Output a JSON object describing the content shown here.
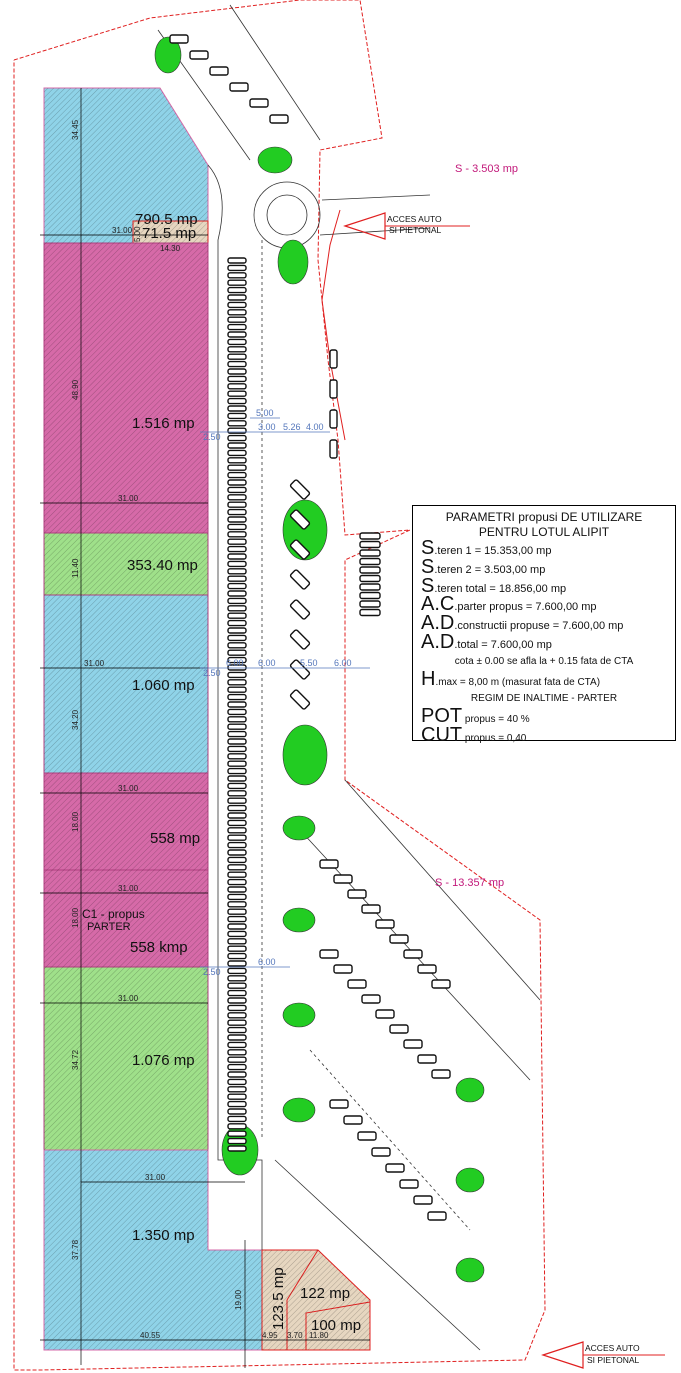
{
  "parameters": {
    "title_1": "PARAMETRI propusi DE UTILIZARE",
    "title_2": "PENTRU LOTUL ALIPIT",
    "rows": [
      {
        "big": "S",
        "text": ".teren 1 = 15.353,00 mp"
      },
      {
        "big": "S",
        "text": ".teren 2 = 3.503,00 mp"
      },
      {
        "big": "S",
        "text": ".teren total = 18.856,00 mp"
      },
      {
        "big": "A.C",
        "text": ".parter propus  = 7.600,00 mp"
      },
      {
        "big": "A.D",
        "text": ".constructii propuse = 7.600,00 mp"
      },
      {
        "big": "A.D",
        "text": ".total  = 7.600,00 mp"
      }
    ],
    "cota": "cota ± 0.00  se afla la + 0.15 fata de CTA",
    "hmax_big": "H",
    "hmax": ".max = 8,00 m (masurat fata de CTA)",
    "regim": "REGIM DE INALTIME - PARTER",
    "pot_big": "POT",
    "pot": " propus = 40 %",
    "cut_big": "CUT",
    "cut": " propus = 0,40"
  },
  "zones": {
    "z1": "790.5 mp",
    "z1b": "71.5 mp",
    "z2": "1.516 mp",
    "z3": "353.40 mp",
    "z4": "1.060 mp",
    "z5": "558 mp",
    "z6_1": "C1 - propus",
    "z6_2": "PARTER",
    "z6_3": "558 kmp",
    "z7": "1.076 mp",
    "z8": "1.350 mp",
    "z9": "123.5 mp",
    "z10": "122 mp",
    "z11": "100 mp"
  },
  "plots": {
    "s2": "S - 3.503 mp",
    "s1": "S - 13.357 mp"
  },
  "access": {
    "line1": "ACCES AUTO",
    "line2": "SI PIETONAL"
  },
  "dims": {
    "d1": "34.45",
    "d2": "31.00",
    "d3": "5.00",
    "d4": "14.30",
    "d5": "48.90",
    "d6": "31.00",
    "d7": "11.40",
    "d8": "31.00",
    "d9": "34.20",
    "d10": "31.00",
    "d11": "18.00",
    "d12": "31.00",
    "d13": "18.00",
    "d14": "31.00",
    "d15": "34.72",
    "d16": "31.00",
    "d17": "37.78",
    "d18": "40.55",
    "d19": "19.00",
    "d20": "4.95",
    "d21": "3.70",
    "d22": "11.80"
  },
  "road_dims": {
    "r1": "5.00",
    "r2": "3.00",
    "r3": "5.26",
    "r4": "4.00",
    "r5": "2.50",
    "r6": "2.50",
    "r7": "6.00",
    "r8": "6.00",
    "r9": "5.50",
    "r10": "6.00",
    "r11": "2.50",
    "r12": "6.00"
  },
  "colors": {
    "blue": "#8fd3e8",
    "pink": "#d66aa8",
    "green": "#9fe08a",
    "beige": "#e6d6c0",
    "boundary": "#e02020",
    "island": "#22cc22"
  }
}
